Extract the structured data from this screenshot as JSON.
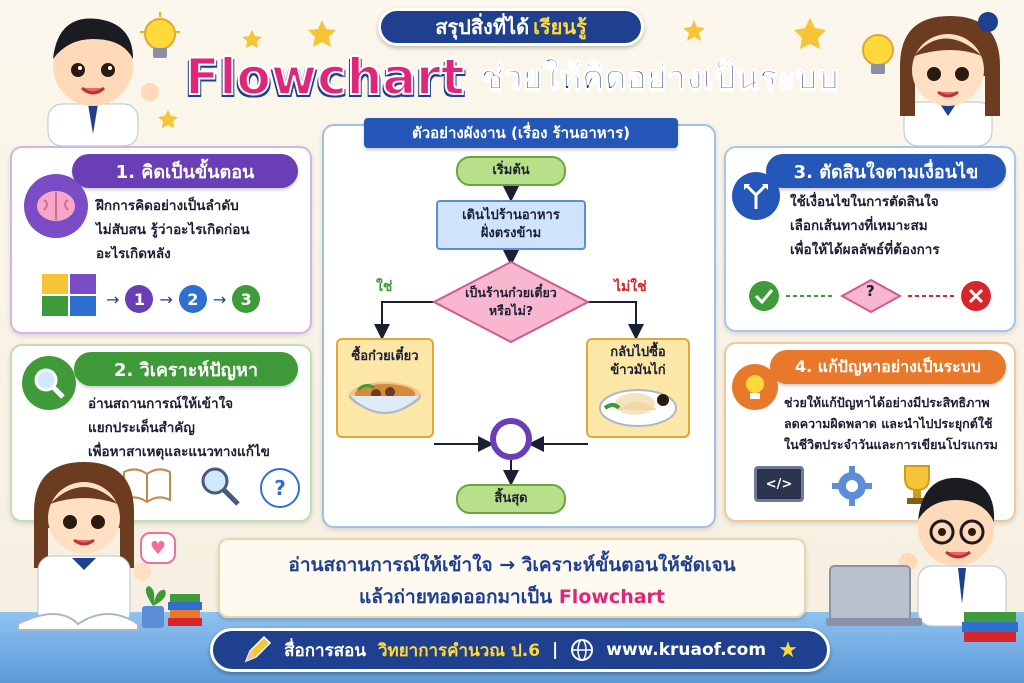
{
  "header": {
    "pill_prefix": "สรุปสิ่งที่ได้",
    "pill_highlight": "เรียนรู้",
    "title_main": "Flowchart",
    "title_sub": "ช่วยให้คิดอย่างเป็นระบบ"
  },
  "cards": {
    "step1": {
      "title": "1. คิดเป็นขั้นตอน",
      "lines": [
        "ฝึกการคิดอย่างเป็นลำดับ",
        "ไม่สับสน รู้ว่าอะไรเกิดก่อน",
        "อะไรเกิดหลัง"
      ],
      "nums": [
        "1",
        "2",
        "3"
      ],
      "color": "#6a3fb5"
    },
    "step2": {
      "title": "2. วิเคราะห์ปัญหา",
      "lines": [
        "อ่านสถานการณ์ให้เข้าใจ",
        "แยกประเด็นสำคัญ",
        "เพื่อหาสาเหตุและแนวทางแก้ไข"
      ],
      "question": "?",
      "color": "#3f9b3a"
    },
    "step3": {
      "title": "3. ตัดสินใจตามเงื่อนไข",
      "lines": [
        "ใช้เงื่อนไขในการตัดสินใจ",
        "เลือกเส้นทางที่เหมาะสม",
        "เพื่อให้ได้ผลลัพธ์ที่ต้องการ"
      ],
      "question": "?",
      "color": "#2457b8"
    },
    "step4": {
      "title": "4. แก้ปัญหาอย่างเป็นระบบ",
      "lines": [
        "ช่วยให้แก้ปัญหาได้อย่างมีประสิทธิภาพ",
        "ลดความผิดพลาด และนำไปประยุกต์ใช้",
        "ในชีวิตประจำวันและการเขียนโปรแกรม"
      ],
      "code_label": "</>",
      "color": "#e8792a"
    }
  },
  "flowchart": {
    "header": "ตัวอย่างผังงาน (เรื่อง ร้านอาหาร)",
    "start": "เริ่มต้น",
    "process": [
      "เดินไปร้านอาหาร",
      "ฝั่งตรงข้าม"
    ],
    "decision": [
      "เป็นร้านก๋วยเตี๋ยว",
      "หรือไม่?"
    ],
    "yes": "ใช่",
    "no": "ไม่ใช่",
    "left_box": "ซื้อก๋วยเตี๋ยว",
    "right_box": [
      "กลับไปซื้อ",
      "ข้าวมันไก่"
    ],
    "end": "สิ้นสุด"
  },
  "summary": {
    "line1": "อ่านสถานการณ์ให้เข้าใจ → วิเคราะห์ขั้นตอนให้ชัดเจน",
    "line2_prefix": "แล้วถ่ายทอดออกมาเป็น",
    "line2_highlight": "Flowchart"
  },
  "footer": {
    "label": "สื่อการสอน",
    "subject": "วิทยาการคำนวณ ป.6",
    "divider": "|",
    "site": "www.kruaof.com"
  },
  "colors": {
    "navy": "#1f3f8f",
    "pink": "#e0267a",
    "yellow": "#ffd83a"
  }
}
